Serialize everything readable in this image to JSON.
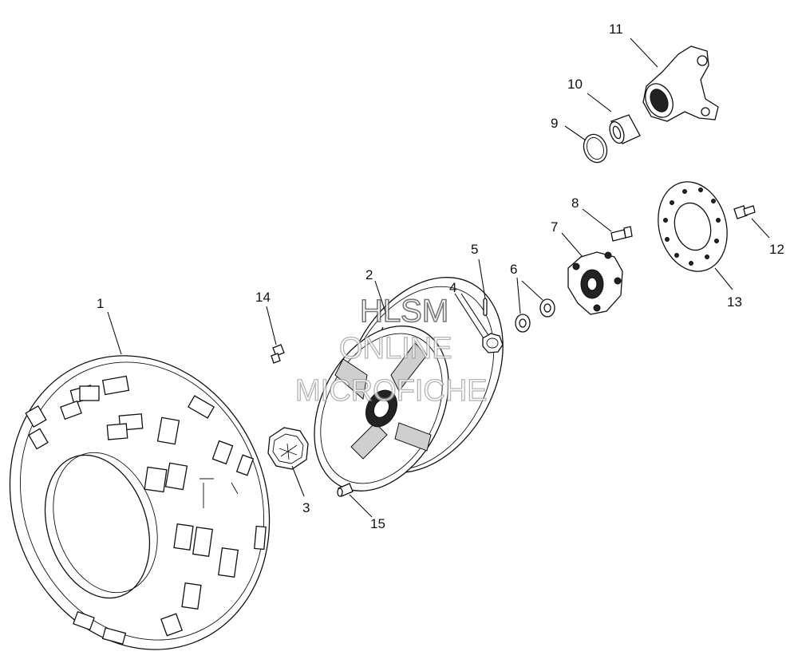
{
  "diagram": {
    "callouts": {
      "c1": "1",
      "c2": "2",
      "c3": "3",
      "c4": "4",
      "c5": "5",
      "c6": "6",
      "c7": "7",
      "c8": "8",
      "c9": "9",
      "c10": "10",
      "c11": "11",
      "c12": "12",
      "c13": "13",
      "c14": "14",
      "c15": "15"
    },
    "watermark": {
      "line1": "HLSM",
      "line2": "ONLINE",
      "line3": "MICROFICHE"
    }
  }
}
